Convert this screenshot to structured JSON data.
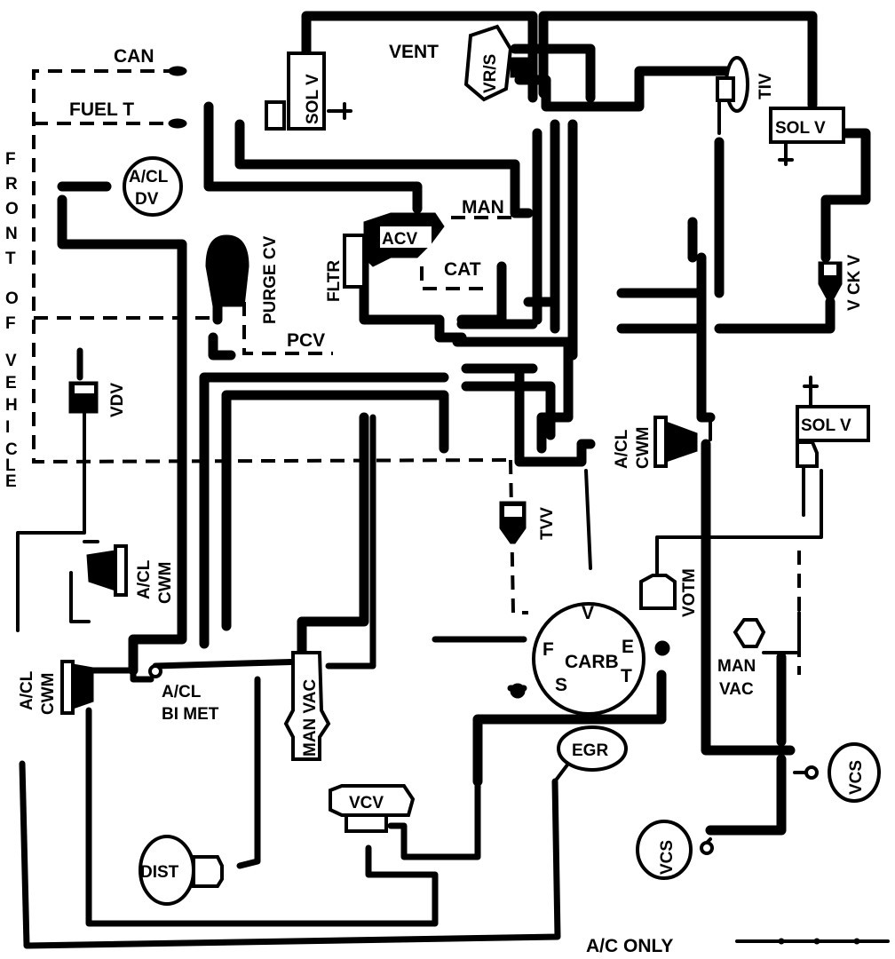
{
  "diagram": {
    "title": "Vacuum hose routing diagram",
    "side_label": "FRONT OF VEHICLE",
    "legend": {
      "label": "A/C ONLY"
    },
    "lines": {
      "can": "CAN",
      "fuel_t": "FUEL T",
      "man": "MAN",
      "cat": "CAT",
      "pcv": "PCV",
      "vent": "VENT"
    },
    "components": {
      "sol_v_top": "SOL V",
      "vrs": "VR/S",
      "tiv": "TIV",
      "sol_v_right": "SOL V",
      "vck_v": "V CK V",
      "acl_dv_1": "A/CL",
      "acl_dv_2": "DV",
      "purge_cv": "PURGE CV",
      "fltr": "FLTR",
      "acv": "ACV",
      "vdv": "VDV",
      "acl_cwm_left_1": "A/CL",
      "acl_cwm_left_2": "CWM",
      "acl_cwm_mid_1": "A/CL",
      "acl_cwm_mid_2": "CWM",
      "acl_cwm_right_1": "A/CL",
      "acl_cwm_right_2": "CWM",
      "acl_bimet_1": "A/CL",
      "acl_bimet_2": "BI MET",
      "man_vac_left": "MAN VAC",
      "tvv": "TVV",
      "carb": "CARB",
      "carb_port_v": "V",
      "carb_port_f": "F",
      "carb_port_s": "S",
      "carb_port_e": "E",
      "carb_port_t": "T",
      "votm": "VOTM",
      "sol_v_lower": "SOL V",
      "man_vac_right_1": "MAN",
      "man_vac_right_2": "VAC",
      "egr": "EGR",
      "vcv": "VCV",
      "dist": "DIST",
      "vcs_right": "VCS",
      "vcs_lower": "VCS"
    }
  }
}
